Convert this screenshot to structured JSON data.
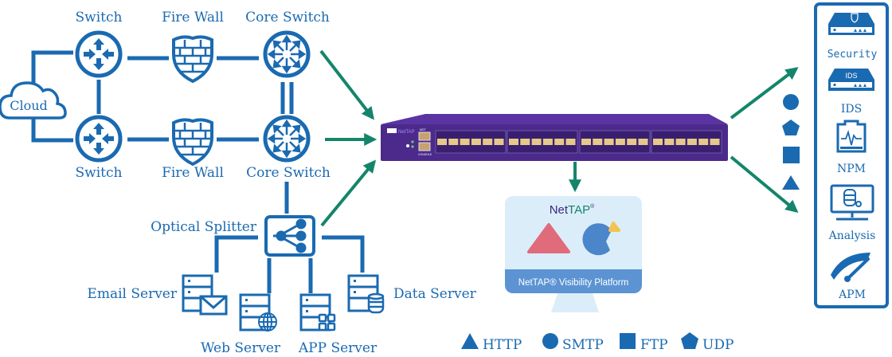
{
  "network": {
    "cloud": "Cloud",
    "switch_top": "Switch",
    "switch_bottom": "Switch",
    "firewall_top": "Fire Wall",
    "firewall_bottom": "Fire Wall",
    "core_top": "Core Switch",
    "core_bottom": "Core Switch",
    "splitter": "Optical Splitter",
    "servers": {
      "email": "Email Server",
      "web": "Web Server",
      "app": "APP Server",
      "data": "Data Server"
    }
  },
  "device": {
    "brand": "NetTAP",
    "ports_label": "MGT",
    "console_label": "CONSOLE"
  },
  "platform": {
    "logo_net": "Net",
    "logo_tap": "TAP",
    "reg": "®",
    "footer": "NetTAP® Visibility Platform"
  },
  "tools": [
    {
      "label": "Security",
      "icon": "security-appliance-icon"
    },
    {
      "label": "IDS",
      "icon": "ids-appliance-icon",
      "badge": "IDS"
    },
    {
      "label": "NPM",
      "icon": "npm-port-icon"
    },
    {
      "label": "Analysis",
      "icon": "analysis-monitor-icon"
    },
    {
      "label": "APM",
      "icon": "apm-gauge-icon"
    }
  ],
  "legend": [
    {
      "shape": "triangle",
      "label": "HTTP"
    },
    {
      "shape": "circle",
      "label": "SMTP"
    },
    {
      "shape": "square",
      "label": "FTP"
    },
    {
      "shape": "pentagon",
      "label": "UDP"
    }
  ],
  "colors": {
    "primary_blue": "#1a6ab1",
    "arrow_green": "#14856a",
    "device_purple": "#4b2a8c",
    "screen_bg": "#dcedfa",
    "screen_footer": "#5b93d3",
    "triangle_red": "#e06b7a",
    "pie_blue": "#4a86c9",
    "pie_yellow": "#f2c44f"
  }
}
